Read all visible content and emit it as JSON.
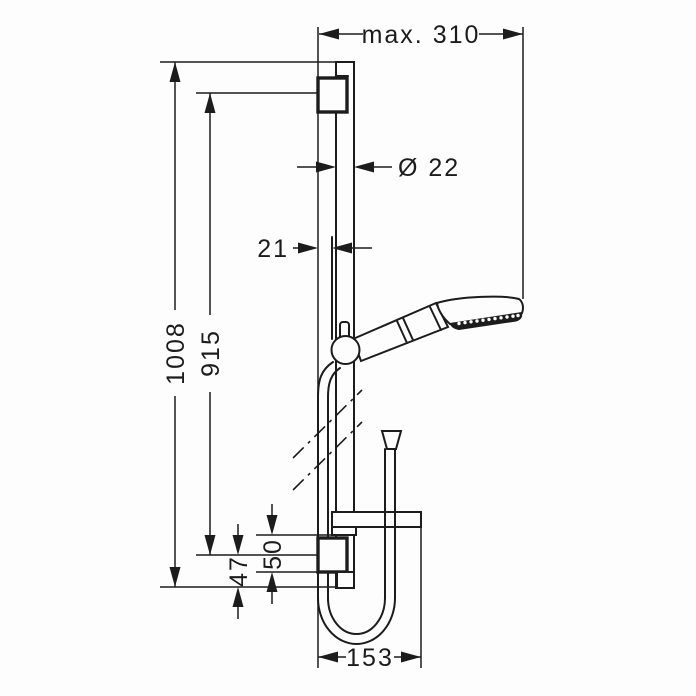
{
  "drawing": {
    "type": "technical dimensional drawing",
    "subject": "shower rail set with hand shower, wall brackets, soap shelf and hose",
    "background_color": "#fdfdfd",
    "line_color": "#1c1c1c"
  },
  "dimensions": {
    "top_width": "max. 310",
    "rail_diameter": "Ø 22",
    "wall_gap": "21",
    "overall_height": "1008",
    "rail_height": "915",
    "bracket_height": "50",
    "bottom_offset": "47",
    "bottom_width": "153"
  }
}
